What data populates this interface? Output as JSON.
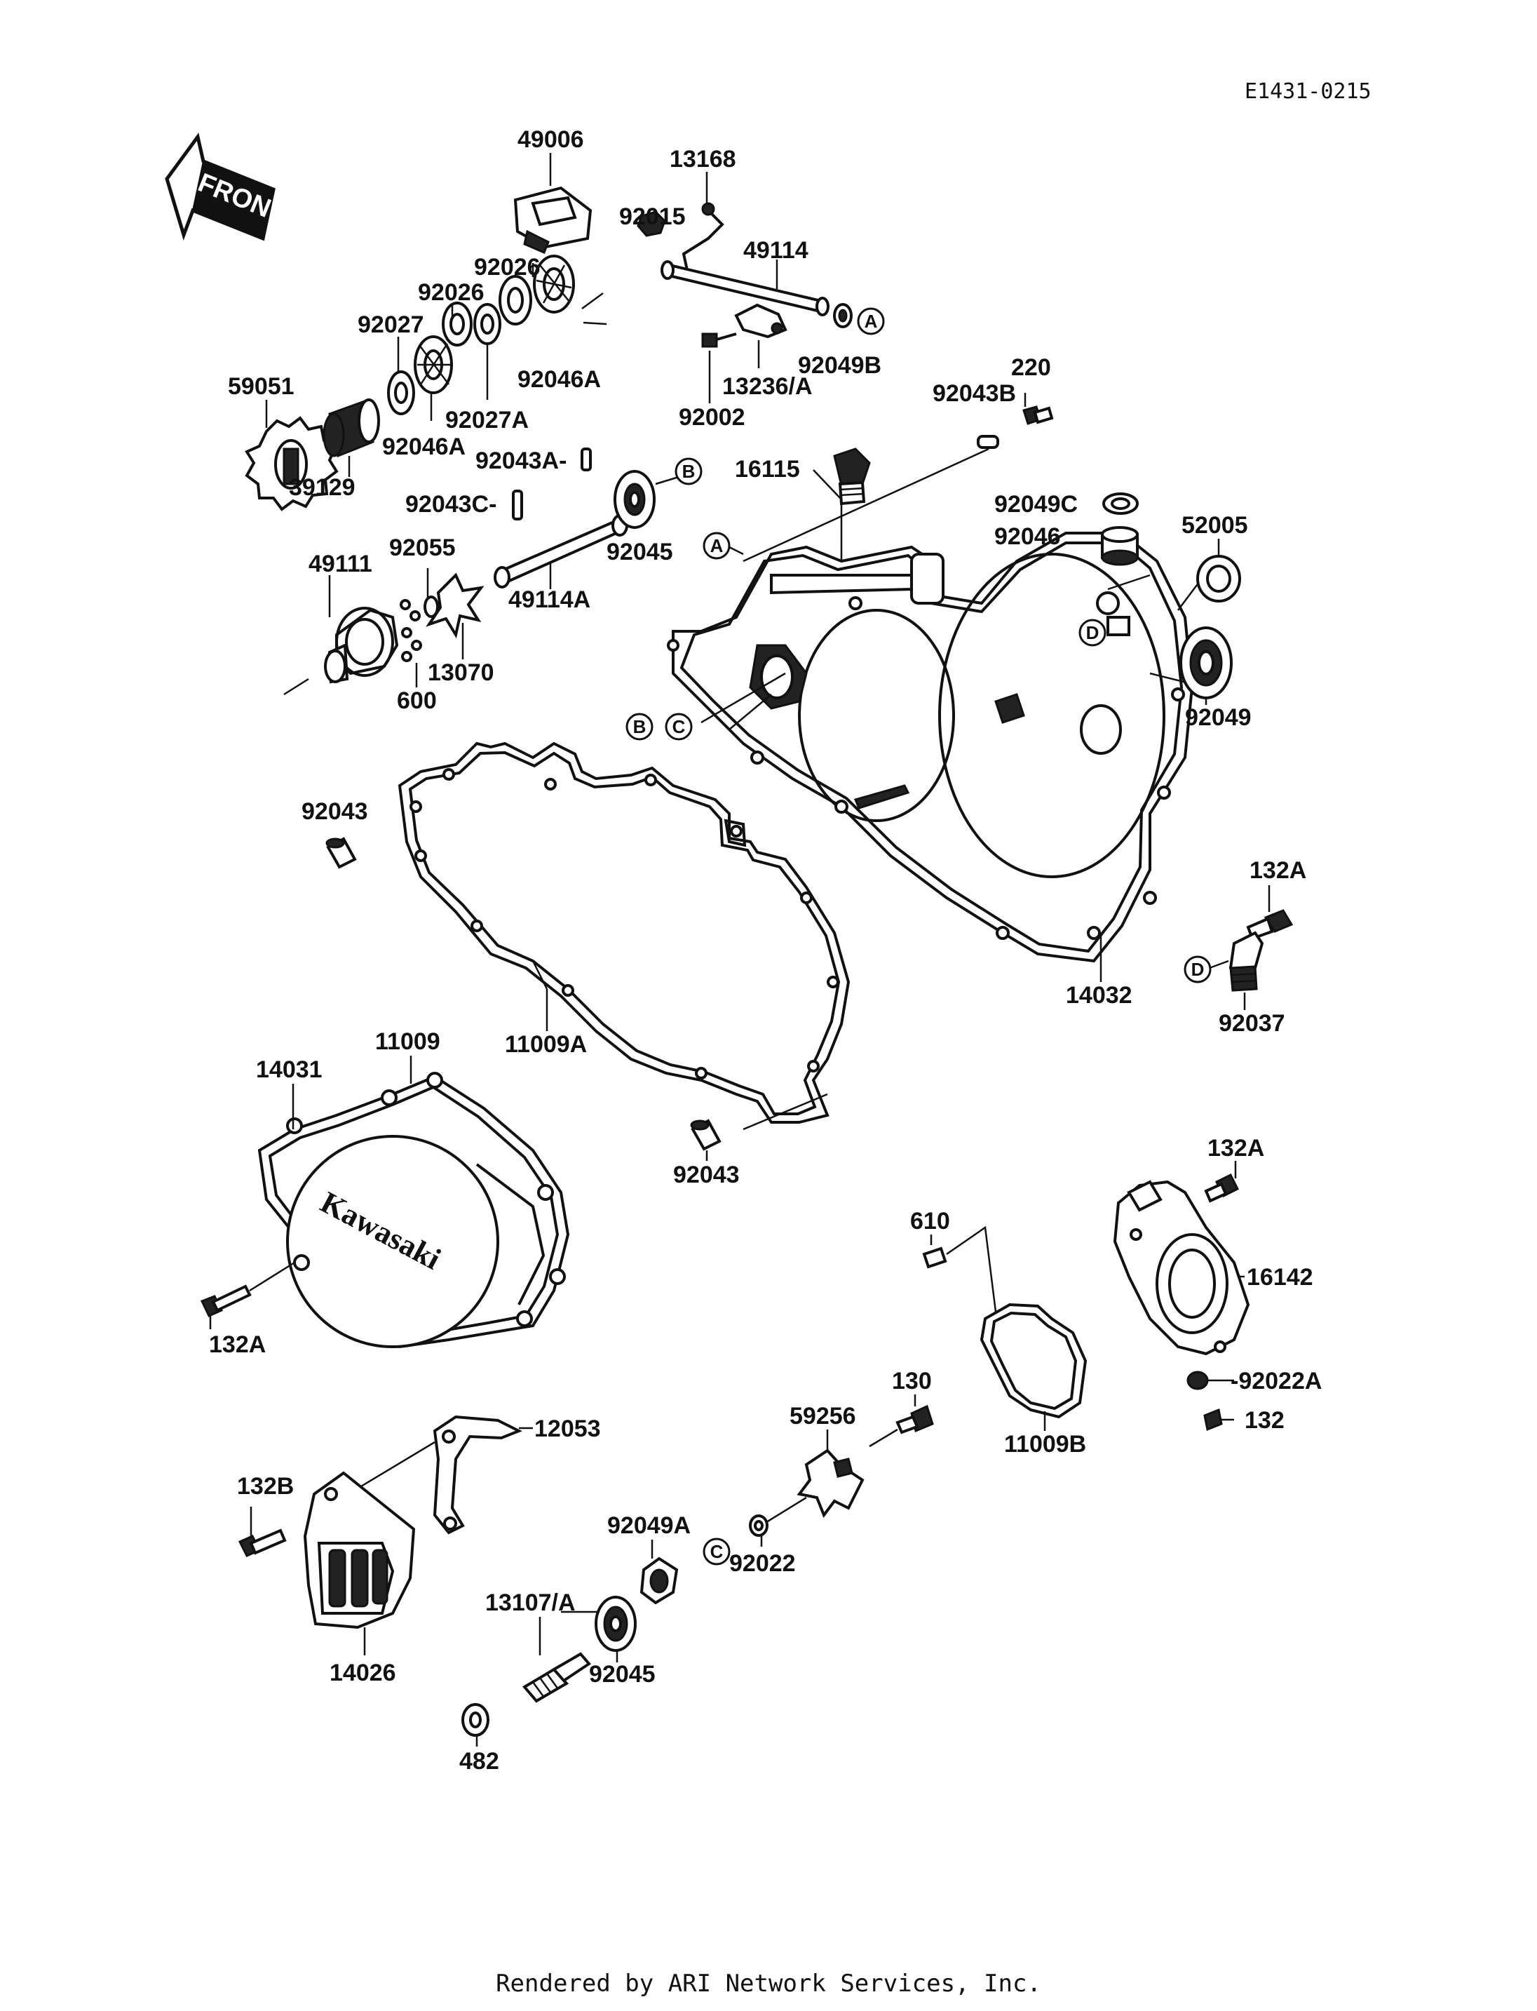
{
  "diagram_code": "E1431-0215",
  "front_label": "FRONT",
  "brand_text": "Kawasaki",
  "footer": "Rendered by ARI Network Services, Inc.",
  "ref_markers": [
    "A",
    "B",
    "C",
    "D"
  ],
  "parts": [
    {
      "id": "49006",
      "label": "49006"
    },
    {
      "id": "13168",
      "label": "13168"
    },
    {
      "id": "92015",
      "label": "92015"
    },
    {
      "id": "92026a",
      "label": "92026"
    },
    {
      "id": "49114",
      "label": "49114"
    },
    {
      "id": "92026b",
      "label": "92026"
    },
    {
      "id": "92027",
      "label": "92027"
    },
    {
      "id": "92049B",
      "label": "92049B"
    },
    {
      "id": "13236A",
      "label": "13236/A"
    },
    {
      "id": "92046Aa",
      "label": "92046A"
    },
    {
      "id": "59051",
      "label": "59051"
    },
    {
      "id": "92027A",
      "label": "92027A"
    },
    {
      "id": "92002",
      "label": "92002"
    },
    {
      "id": "220",
      "label": "220"
    },
    {
      "id": "92046Ab",
      "label": "92046A"
    },
    {
      "id": "92043B",
      "label": "92043B"
    },
    {
      "id": "92043A",
      "label": "92043A-"
    },
    {
      "id": "39129",
      "label": "39129"
    },
    {
      "id": "16115",
      "label": "16115"
    },
    {
      "id": "92043C",
      "label": "92043C-"
    },
    {
      "id": "92049C",
      "label": "92049C"
    },
    {
      "id": "92055",
      "label": "92055"
    },
    {
      "id": "92046",
      "label": "92046"
    },
    {
      "id": "52005",
      "label": "52005"
    },
    {
      "id": "49111",
      "label": "49111"
    },
    {
      "id": "92045a",
      "label": "92045"
    },
    {
      "id": "49114A",
      "label": "49114A"
    },
    {
      "id": "13070",
      "label": "13070"
    },
    {
      "id": "600",
      "label": "600"
    },
    {
      "id": "92049",
      "label": "92049"
    },
    {
      "id": "92043a",
      "label": "92043"
    },
    {
      "id": "132Aa",
      "label": "132A"
    },
    {
      "id": "14032",
      "label": "14032"
    },
    {
      "id": "92037",
      "label": "92037"
    },
    {
      "id": "11009",
      "label": "11009"
    },
    {
      "id": "14031",
      "label": "14031"
    },
    {
      "id": "11009A",
      "label": "11009A"
    },
    {
      "id": "92043b",
      "label": "92043"
    },
    {
      "id": "132Ab",
      "label": "132A"
    },
    {
      "id": "610",
      "label": "610"
    },
    {
      "id": "16142",
      "label": "16142"
    },
    {
      "id": "132Ac",
      "label": "132A"
    },
    {
      "id": "92022A",
      "label": "-92022A"
    },
    {
      "id": "130",
      "label": "130"
    },
    {
      "id": "132",
      "label": "132"
    },
    {
      "id": "59256",
      "label": "59256"
    },
    {
      "id": "12053",
      "label": "12053"
    },
    {
      "id": "11009B",
      "label": "11009B"
    },
    {
      "id": "132B",
      "label": "132B"
    },
    {
      "id": "92049A",
      "label": "92049A"
    },
    {
      "id": "92022",
      "label": "92022"
    },
    {
      "id": "13107A",
      "label": "13107/A"
    },
    {
      "id": "14026",
      "label": "14026"
    },
    {
      "id": "92045b",
      "label": "92045"
    },
    {
      "id": "482",
      "label": "482"
    }
  ]
}
